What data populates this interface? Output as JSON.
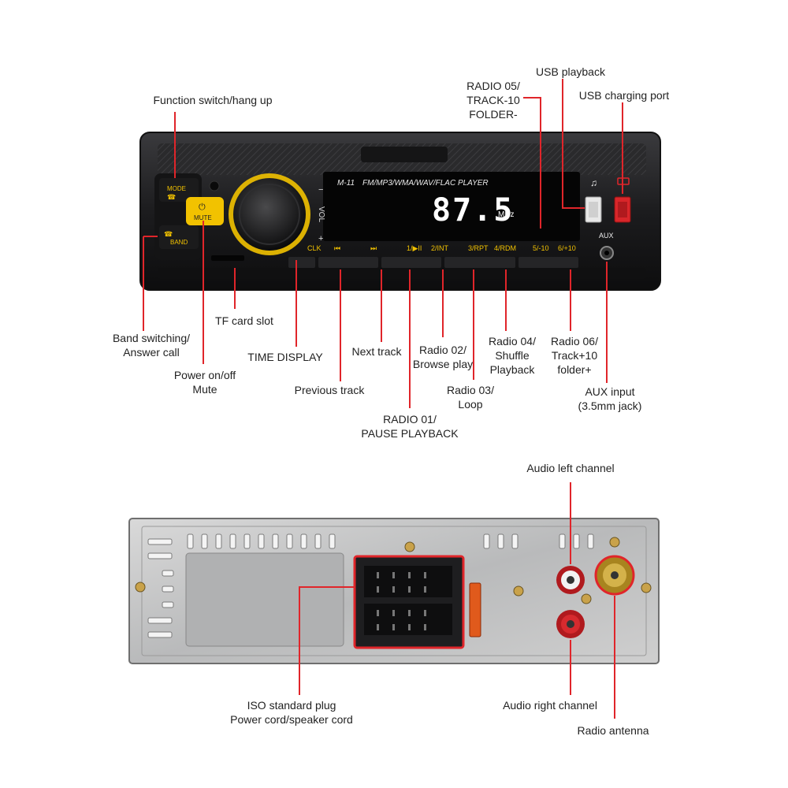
{
  "front_panel": {
    "model": "M-11",
    "formats": "FM/MP3/WMA/WAV/FLAC PLAYER",
    "display_value": "87.5",
    "display_unit": "MHz",
    "vol_label": "VOL",
    "vol_minus": "−",
    "vol_plus": "+",
    "buttons": {
      "mode": "MODE",
      "mute": "MUTE",
      "band": "BAND",
      "clk": "CLK",
      "prev": "⏮",
      "next": "⏭",
      "b1": "1/▶II",
      "b2": "2/INT",
      "b3": "3/RPT",
      "b4": "4/RDM",
      "b5": "5/-10",
      "b6": "6/+10"
    },
    "aux": "AUX",
    "usb_icon": "♫",
    "colors": {
      "accent": "#f2c200",
      "display": "#ffffff",
      "body": "#1d1d1f",
      "callout": "#e0252a"
    }
  },
  "callouts_top": {
    "function_switch": "Function switch/hang up",
    "radio05": "RADIO 05/\nTRACK-10\nFOLDER-",
    "usb_playback": "USB playback",
    "usb_charging": "USB charging port",
    "band_switching": "Band switching/\nAnswer call",
    "tf_slot": "TF card slot",
    "power": "Power on/off\nMute",
    "time_display": "TIME DISPLAY",
    "previous_track": "Previous track",
    "next_track": "Next track",
    "radio01": "RADIO 01/\nPAUSE PLAYBACK",
    "radio02": "Radio 02/\nBrowse play",
    "radio03": "Radio 03/\nLoop",
    "radio04": "Radio 04/\nShuffle\nPlayback",
    "radio06": "Radio 06/\nTrack+10\nfolder+",
    "aux_input": "AUX input\n(3.5mm jack)"
  },
  "callouts_bottom": {
    "audio_left": "Audio left channel",
    "iso_plug": "ISO standard plug\nPower cord/speaker cord",
    "audio_right": "Audio right channel",
    "radio_antenna": "Radio antenna"
  }
}
